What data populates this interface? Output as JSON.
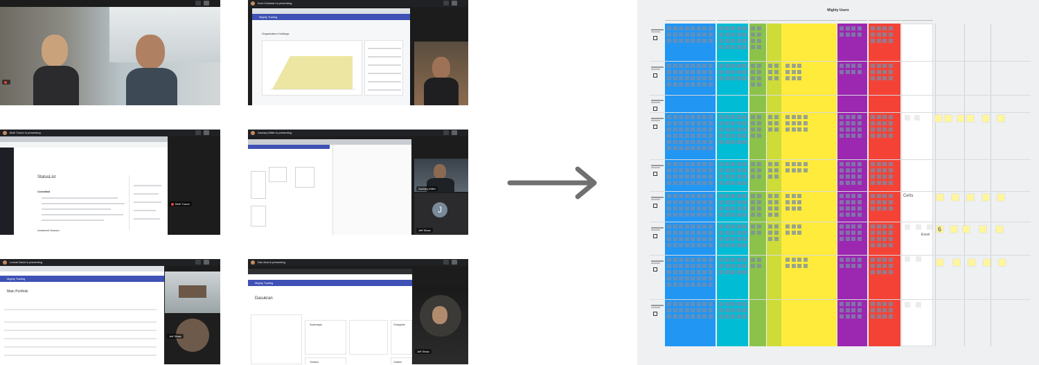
{
  "tiles": [
    {
      "caption": "",
      "names": [
        "",
        ""
      ]
    },
    {
      "caption": "Kent Goldman is presenting",
      "app": "Mighty Trading",
      "heading": "Organization Holdings"
    },
    {
      "caption": "Beth Turner is presenting",
      "doc_title": "StatusList",
      "section": "Committed",
      "section2": "Investment Decision",
      "name": "Beth Turner"
    },
    {
      "caption": "Zachary Miller is presenting",
      "names": [
        "Zachary Miller",
        "Jeff Shaw"
      ],
      "avatar_letter": "J"
    },
    {
      "caption": "Lonnie Davis is presenting",
      "app": "Mighty Trading",
      "heading": "Main Portfolio",
      "name": "Jeff Shaw"
    },
    {
      "caption": "Dan Alva is presenting",
      "app": "Mighty Trading",
      "heading": "Dasukran",
      "cards": [
        "Systemapic",
        "Changelist",
        "Timeline",
        "Gridline"
      ],
      "name": "Jeff Shaw"
    }
  ],
  "arrow_icon": "right-arrow-icon",
  "board": {
    "title": "Mighty Users",
    "big_texts": [
      "Certs",
      "6",
      "Excel"
    ],
    "columns": [
      {
        "color": "#2196f3"
      },
      {
        "color": "#00bcd4"
      },
      {
        "color": "#8bc34a"
      },
      {
        "color": "#cddc39"
      },
      {
        "color": "#ffeb3b"
      },
      {
        "color": "#9c27b0"
      },
      {
        "color": "#f44336"
      },
      {
        "color": "#ffffff"
      }
    ]
  },
  "colors": {
    "accent": "#3f51b5",
    "meeting_bg": "#1c1c1c",
    "arrow": "#707070",
    "sticky": "#fff59d"
  }
}
